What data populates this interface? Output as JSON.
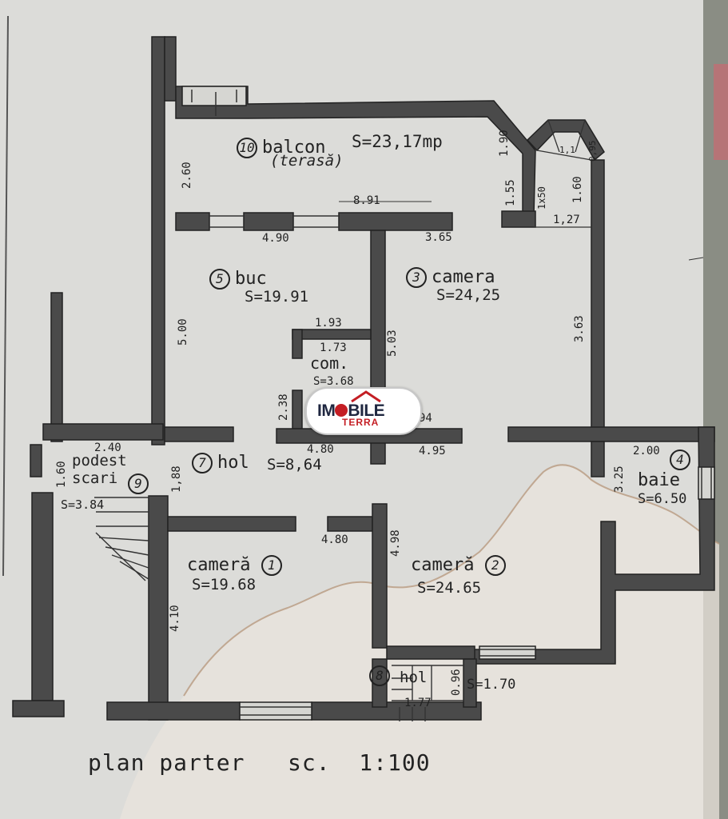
{
  "plan": {
    "title": "plan parter   sc.  1:100",
    "colors": {
      "paper": "#dcdcd9",
      "ink": "#222222",
      "stain": "#b89a80",
      "wall": "#4a4a4a"
    },
    "rooms": [
      {
        "id": "balcon",
        "number": "10",
        "name": "balcon",
        "area": "S=23,17mp",
        "note": "(terasă)"
      },
      {
        "id": "buc",
        "number": "5",
        "name": "buc",
        "area": "S=19.91"
      },
      {
        "id": "camera3",
        "number": "3",
        "name": "camera",
        "area": "S=24,25"
      },
      {
        "id": "com",
        "name": "com.",
        "area": "S=3.68"
      },
      {
        "id": "hol7",
        "number": "7",
        "name": "hol",
        "area": "S=8,64"
      },
      {
        "id": "podest",
        "number": "9",
        "name": "podest\nscari",
        "area": "S=3.84"
      },
      {
        "id": "baie",
        "number": "4",
        "name": "baie",
        "area": "S=6.50"
      },
      {
        "id": "camera1",
        "number": "1",
        "name": "cameră",
        "area": "S=19.68"
      },
      {
        "id": "camera2",
        "number": "2",
        "name": "cameră",
        "area": "S=24.65"
      },
      {
        "id": "hol8",
        "number": "8",
        "name": "hol",
        "area": "S=1.70"
      }
    ],
    "dimensions": {
      "d_2_60": "2.60",
      "d_8_91": "8.91",
      "d_4_90_top": "4.90",
      "d_3_65": "3.65",
      "d_1_90": "1.90",
      "d_1_55": "1.55",
      "d_1_60_right": "1.60",
      "d_1_27": "1,27",
      "d_1x50": "1x50",
      "d_0_95": "0,95",
      "d_1_1": "1,1",
      "d_5_00": "5.00",
      "d_5_03": "5.03",
      "d_1_93": "1.93",
      "d_1_73": "1.73",
      "d_2_38": "2.38",
      "d_4_80_mid": "4.80",
      "d_4_95": "4.95",
      "d_94": "94",
      "d_3_63": "3.63",
      "d_2_00": "2.00",
      "d_3_25": "3.25",
      "d_2_40": "2.40",
      "d_1_60_left": "1.60",
      "d_1_88": "1,88",
      "d_4_80_low": "4.80",
      "d_4_98": "4.98",
      "d_4_10": "4.10",
      "d_0_96": "0.96",
      "d_1_77": "1.77"
    },
    "logo": {
      "text_main_a": "IM",
      "text_main_b": "BILE",
      "text_sub": "TERRA"
    }
  }
}
